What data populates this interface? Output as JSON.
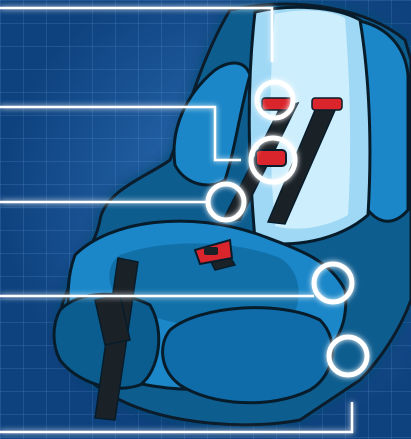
{
  "illustration": {
    "subject": "child-car-seat",
    "colors": {
      "background": "#0e427f",
      "shell_dark": "#0b5d8f",
      "shell_mid": "#1b87c8",
      "padding_light": "#9fd8f5",
      "padding_lightest": "#cdeefc",
      "harness_black": "#1a2228",
      "buckle_red": "#d9252b",
      "callout_white": "#ffffff"
    },
    "callouts": [
      {
        "id": 1,
        "marker": "circle"
      },
      {
        "id": 2,
        "marker": "circle"
      },
      {
        "id": 3,
        "marker": "circle"
      },
      {
        "id": 4,
        "marker": "circle"
      },
      {
        "id": 5,
        "marker": "circle"
      },
      {
        "id": 6,
        "marker": "circle"
      }
    ]
  }
}
